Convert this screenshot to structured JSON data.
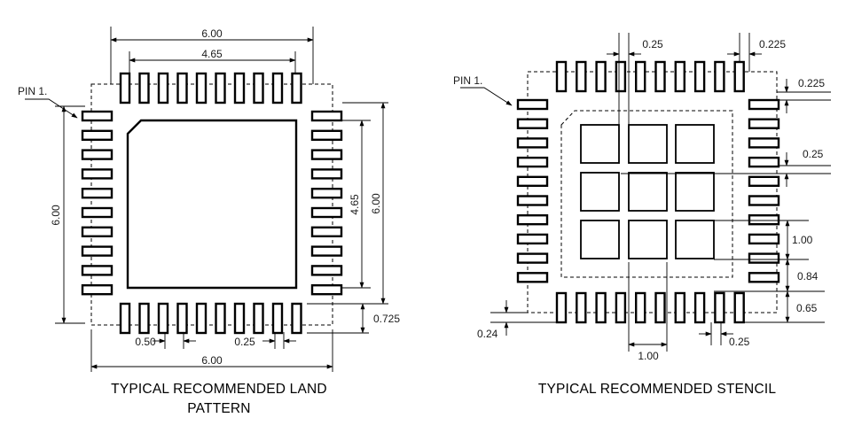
{
  "land_pattern": {
    "caption_line1": "TYPICAL RECOMMENDED LAND",
    "caption_line2": "PATTERN",
    "pin1_label": "PIN 1.",
    "dim_top_outer": "6.00",
    "dim_top_inner": "4.65",
    "dim_left": "6.00",
    "dim_right_inner": "4.65",
    "dim_right_outer": "6.00",
    "dim_pad_length": "0.725",
    "dim_pitch": "0.50",
    "dim_pad_width": "0.25",
    "dim_bottom": "6.00"
  },
  "stencil": {
    "caption": "TYPICAL RECOMMENDED STENCIL",
    "pin1_label": "PIN 1.",
    "dim_top_width": "0.25",
    "dim_top_right": "0.225",
    "dim_right_top": "0.225",
    "dim_right_pad": "0.25",
    "dim_block": "1.00",
    "dim_gap": "0.84",
    "dim_edge": "0.65",
    "dim_left_bottom": "0.24",
    "dim_bottom_block": "1.00",
    "dim_bottom_pad": "0.25"
  }
}
